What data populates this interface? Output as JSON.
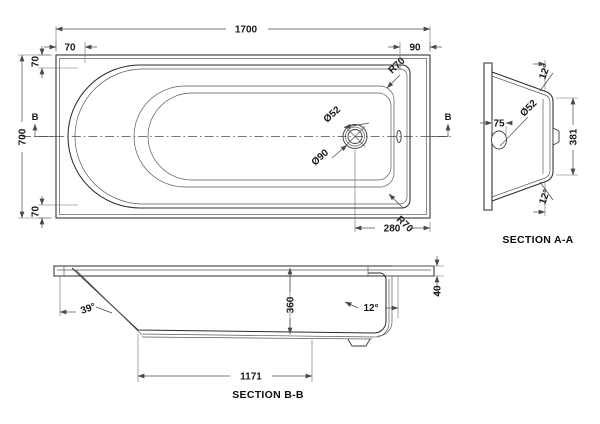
{
  "drawing": {
    "kind": "engineering-drawing",
    "subject": "single ended bath",
    "background_color": "#ffffff",
    "line_color": "#3b3b3b",
    "text_color": "#1a1a1a",
    "units_note": "mm"
  },
  "views": {
    "plan": {
      "name": "plan-view",
      "overall_length": "1700",
      "overall_width": "700",
      "rim_top": "70",
      "rim_bottom": "70",
      "rim_left": "70",
      "rim_right": "90",
      "corner_radius_top": "R70",
      "corner_radius_bottom": "R70",
      "waste_offset": "280",
      "waste_outer": "Ø90",
      "waste_inner": "Ø52",
      "section_mark_left": "B",
      "section_mark_right": "B"
    },
    "section_aa": {
      "name": "section-a-a",
      "caption": "SECTION A-A",
      "height": "381",
      "waste_from_edge": "75",
      "waste_dia": "Ø52",
      "angle_top": "12°",
      "angle_bottom": "12°"
    },
    "section_bb": {
      "name": "section-b-b",
      "caption": "SECTION B-B",
      "base_length": "1171",
      "inner_depth": "360",
      "rim_thickness": "40",
      "angle_head_end": "39°",
      "angle_tap_end": "12°"
    }
  }
}
